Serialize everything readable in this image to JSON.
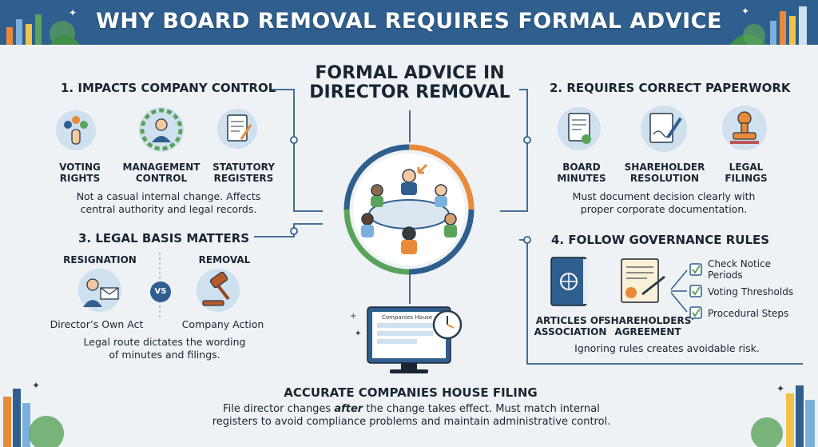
{
  "header": {
    "title": "WHY BOARD REMOVAL REQUIRES FORMAL ADVICE"
  },
  "center": {
    "title_line1": "FORMAL ADVICE IN",
    "title_line2": "DIRECTOR REMOVAL"
  },
  "section1": {
    "title": "1. IMPACTS COMPANY CONTROL",
    "items": [
      {
        "line1": "VOTING",
        "line2": "RIGHTS",
        "icon": "voting-hand-icon"
      },
      {
        "line1": "MANAGEMENT",
        "line2": "CONTROL",
        "icon": "manager-gear-icon"
      },
      {
        "line1": "STATUTORY",
        "line2": "REGISTERS",
        "icon": "register-clipboard-icon"
      }
    ],
    "desc_line1": "Not a casual internal change. Affects",
    "desc_line2": "central authority and legal records."
  },
  "section2": {
    "title": "2. REQUIRES CORRECT PAPERWORK",
    "items": [
      {
        "line1": "BOARD",
        "line2": "MINUTES",
        "icon": "minutes-document-icon"
      },
      {
        "line1": "SHAREHOLDER",
        "line2": "RESOLUTION",
        "icon": "signed-resolution-icon"
      },
      {
        "line1": "LEGAL",
        "line2": "FILINGS",
        "icon": "stamp-icon"
      }
    ],
    "desc_line1": "Must document decision clearly with",
    "desc_line2": "proper corporate documentation."
  },
  "section3": {
    "title": "3. LEGAL BASIS MATTERS",
    "left_label": "RESIGNATION",
    "right_label": "REMOVAL",
    "vs": "VS",
    "left_caption": "Director’s Own Act",
    "right_caption": "Company Action",
    "desc_line1": "Legal route dictates the wording",
    "desc_line2": "of minutes and filings."
  },
  "section4": {
    "title": "4. FOLLOW GOVERNANCE RULES",
    "items": [
      {
        "line1": "ARTICLES OF",
        "line2": "ASSOCIATION",
        "icon": "articles-book-icon"
      },
      {
        "line1": "SHAREHOLDERS’",
        "line2": "AGREEMENT",
        "icon": "agreement-scroll-icon"
      }
    ],
    "checks": [
      "Check Notice",
      "Periods",
      "Voting Thresholds",
      "Procedural Steps"
    ],
    "desc": "Ignoring rules creates avoidable risk."
  },
  "bottom": {
    "monitor_text": "Companies House",
    "title": "ACCURATE COMPANIES HOUSE FILING",
    "desc_pre": "File director changes ",
    "desc_em": "after",
    "desc_post": " the change takes effect. Must match internal",
    "desc_line2": "registers to avoid compliance problems and maintain administrative control."
  },
  "colors": {
    "primary": "#2f5f8e",
    "orange": "#e98a3a",
    "green": "#5aa35a",
    "blue_light": "#cfe0ee"
  }
}
